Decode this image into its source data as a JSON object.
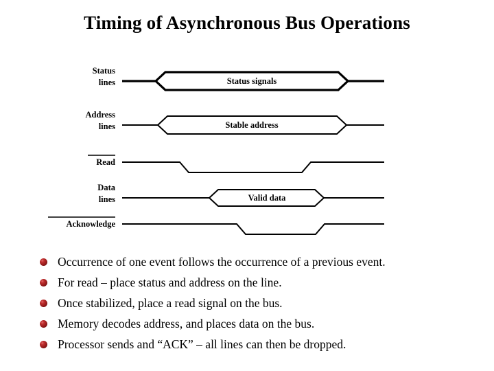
{
  "slide": {
    "title": "Timing of Asynchronous Bus Operations",
    "background_color": "#ffffff",
    "text_color": "#000000",
    "bullet_color": "#9a1c1c"
  },
  "diagram": {
    "name": "asynchronous-bus-timing-diagram",
    "signals": [
      {
        "id": "status-lines",
        "label_line1": "Status",
        "label_line2": "lines",
        "overbar": false,
        "type": "bus",
        "bus_text": "Status signals"
      },
      {
        "id": "address-lines",
        "label_line1": "Address",
        "label_line2": "lines",
        "overbar": false,
        "type": "bus",
        "bus_text": "Stable address"
      },
      {
        "id": "read",
        "label_line1": "Read",
        "label_line2": "",
        "overbar": true,
        "type": "waveform",
        "bus_text": ""
      },
      {
        "id": "data-lines",
        "label_line1": "Data",
        "label_line2": "lines",
        "overbar": false,
        "type": "bus",
        "bus_text": "Valid data"
      },
      {
        "id": "acknowledge",
        "label_line1": "Acknowledge",
        "label_line2": "",
        "overbar": true,
        "type": "waveform",
        "bus_text": ""
      }
    ]
  },
  "bullets": [
    "Occurrence of one event follows the occurrence of a previous event.",
    "For read – place status and address on the line.",
    "Once stabilized, place a read signal on the bus.",
    "Memory decodes address, and places data on the bus.",
    "Processor sends and “ACK” – all lines can then be dropped."
  ]
}
